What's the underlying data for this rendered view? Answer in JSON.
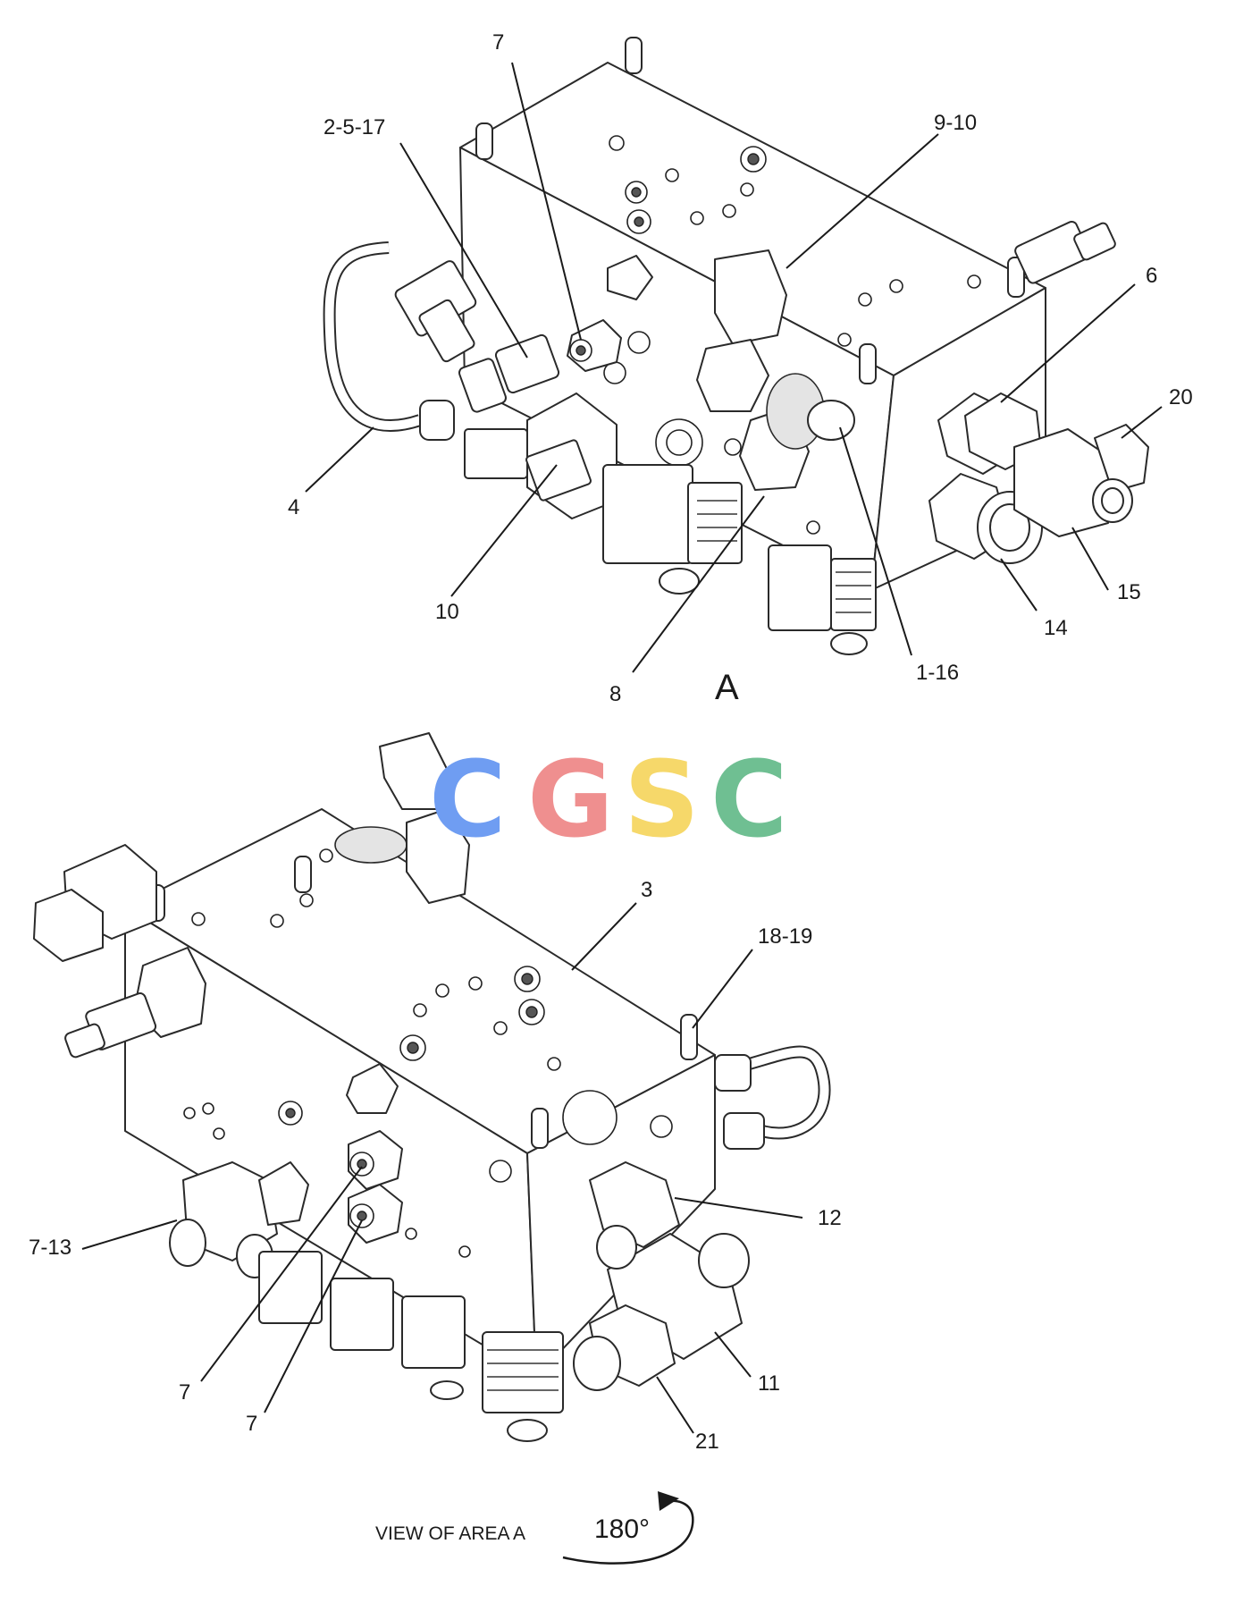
{
  "top_view": {
    "callouts": [
      "7",
      "2-5-17",
      "9-10",
      "6",
      "20",
      "4",
      "10",
      "8",
      "1-16",
      "14",
      "15"
    ],
    "area_letter": "A"
  },
  "bottom_view": {
    "callouts": [
      "3",
      "18-19",
      "7-13",
      "12",
      "7",
      "7",
      "11",
      "21"
    ]
  },
  "watermark": {
    "letters": [
      "C",
      "G",
      "S",
      "C"
    ],
    "colors": [
      "#6f9df2",
      "#ef8f8f",
      "#f6d86a",
      "#6fbf92"
    ]
  },
  "footer": {
    "view_label": "VIEW OF AREA  A",
    "rotation": "180°"
  }
}
